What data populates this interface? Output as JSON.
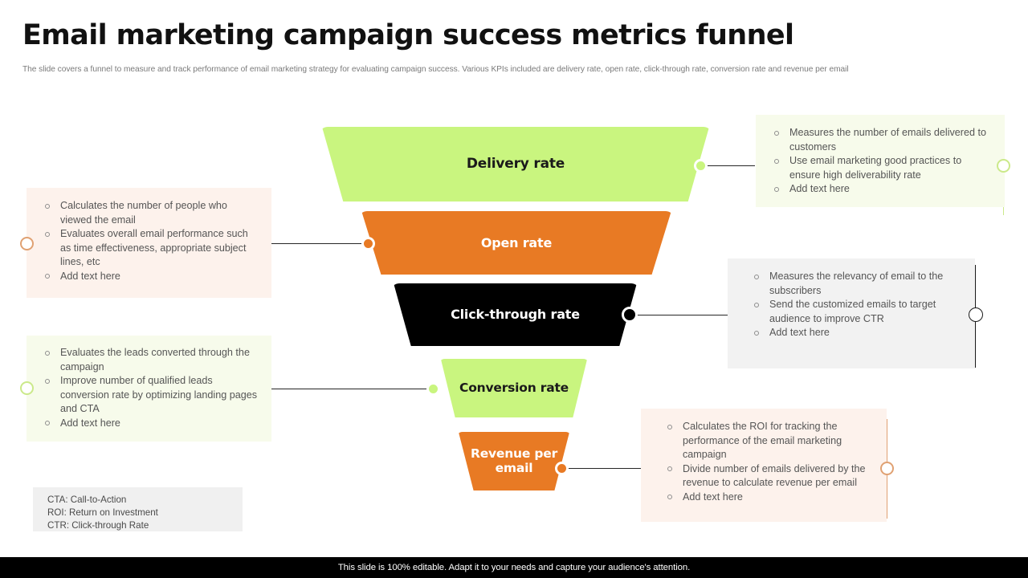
{
  "header": {
    "title": "Email marketing campaign success metrics funnel",
    "subtitle": "The slide covers a funnel to measure and track performance of email marketing strategy for evaluating campaign success. Various KPIs included are delivery rate, open rate, click-through rate, conversion rate and revenue per email"
  },
  "colors": {
    "green": "#c9f57f",
    "orange": "#e87a24",
    "black": "#000000",
    "card_green_bg": "#f7fbeb",
    "card_peach_bg": "#fdf2ec",
    "card_gray_bg": "#f2f2f2",
    "legend_bg": "#f0f0f0",
    "footer_bg": "#000000",
    "rail_green": "#cbe98a",
    "rail_orange": "#e0a172",
    "rail_black": "#1a1a1a"
  },
  "funnel": {
    "stages": [
      {
        "label": "Delivery rate",
        "color": "#c9f57f",
        "text_color": "#1a1a1a"
      },
      {
        "label": "Open rate",
        "color": "#e87a24",
        "text_color": "#ffffff"
      },
      {
        "label": "Click-through rate",
        "color": "#000000",
        "text_color": "#ffffff"
      },
      {
        "label": "Conversion rate",
        "color": "#c9f57f",
        "text_color": "#1a1a1a"
      },
      {
        "label": "Revenue per email",
        "color": "#e87a24",
        "text_color": "#ffffff"
      }
    ]
  },
  "cards": {
    "delivery": {
      "items": [
        "Measures the number of emails delivered to customers",
        "Use email marketing good practices to ensure high deliverability rate",
        "Add text here"
      ]
    },
    "open": {
      "items": [
        "Calculates the number of people who viewed the email",
        "Evaluates overall email performance such as time effectiveness, appropriate subject lines, etc",
        "Add text here"
      ]
    },
    "clickthrough": {
      "items": [
        "Measures the relevancy of email to the subscribers",
        "Send the customized emails to target audience to improve CTR",
        "Add text here"
      ]
    },
    "conversion": {
      "items": [
        "Evaluates the leads converted through the campaign",
        "Improve number of qualified leads conversion rate by optimizing landing pages and CTA",
        "Add text here"
      ]
    },
    "revenue": {
      "items": [
        "Calculates the ROI for tracking the performance of the email marketing campaign",
        "Divide number of emails delivered by the revenue to calculate revenue per email",
        "Add text here"
      ]
    }
  },
  "legend": {
    "lines": [
      "CTA:  Call-to-Action",
      "ROI:  Return on Investment",
      "CTR:  Click-through  Rate"
    ]
  },
  "footer": {
    "text": "This slide is 100% editable. Adapt it to your needs and capture your audience's attention."
  }
}
